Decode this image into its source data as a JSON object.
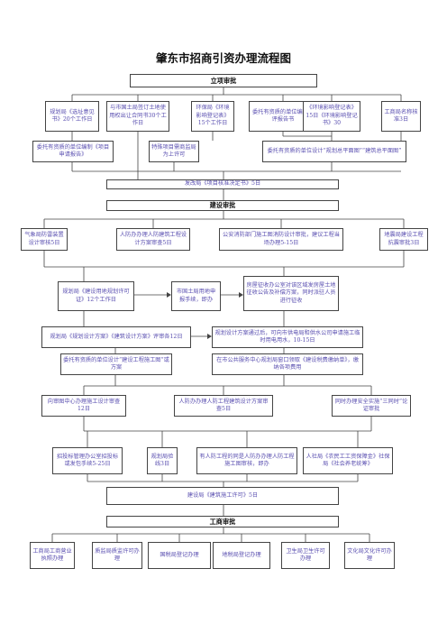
{
  "title": "肇东市招商引资办理流程图",
  "stages": {
    "approval": "立项审批",
    "construction": "建设审批",
    "business": "工商审批"
  },
  "row1": [
    "规划局《选址意见书》20个工作日",
    "与市国土局签订土地使用权出让合同书30个工作日",
    "环保局《环境影响登记表》15个工作日",
    "委托有资质的单位编制环评报告书",
    "《环境影响登记表》15日《环境影响登记书》30",
    "工商局名称核准3日"
  ],
  "row2": [
    "委托有资质的单位编制《项目申请报告》",
    "特殊项目需商监局为上许可",
    "委托有资质的单位设计“规划总平面图”“建筑总平面图”"
  ],
  "drc": "发改局《项目核准决定书》5日",
  "row3": [
    "气象局防雷装置设计审核5日",
    "人防办办理人防建筑工程设计方案审查5日",
    "公安消防部门施工图消防设计审批，建议工程当场办理5-15日",
    "地震局建设工程抗震审批3日"
  ],
  "row4": {
    "plan_permit": "规划局《建设用地规划许可证》12个工作日",
    "land_register": "市国土局用地申报手续，即办",
    "housing": "房屋征收办公室对该区域发房屋土地征收公告及补偿方案，同时派驻人员进行征收"
  },
  "row5": {
    "plan_design": "规划局《规划设计方案》《建筑设计方案》评审各12日",
    "utilities": "规划设计方案通过后，可向市供电局和供水公司申请施工临时用电用水，10-15日"
  },
  "row6": {
    "blueprint": "委托有资质的单位设计“建设工程施工图”或方案",
    "fees": "在市公共服务中心规划局窗口领取《建设税费缴纳单》，缴纳各项费用"
  },
  "row7": [
    "向审图中心办理施工设计审查12日",
    "人防办办理人防工程建筑设计方案审查5日",
    "同时办理安全实施“三同时”论证审批"
  ],
  "row8": [
    "招投标管理办公室招投标或发包手续5-25日",
    "规划局验线3日",
    "有人防工程的同是人防办办理人防工程施工图审核，即办",
    "人社局《农民工工资保障金》社保局《社会养老统筹》"
  ],
  "permit": "建设局《建筑施工许可》5日",
  "row9": [
    "工商局工商营业执照办理",
    "质监局质监许可办理",
    "国税局登记办理",
    "地税局登记办理",
    "卫生局卫生许可办理",
    "文化局文化许可办理"
  ]
}
